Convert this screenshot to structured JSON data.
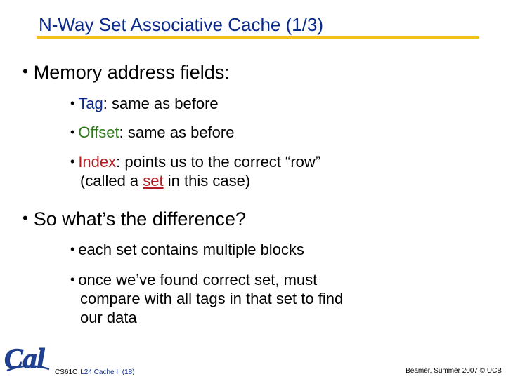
{
  "title": "N-Way Set Associative Cache (1/3)",
  "bullets": {
    "b1": "Memory address fields:",
    "tag": {
      "kw": "Tag",
      "text": ": same as before"
    },
    "offset": {
      "kw": "Offset",
      "text": ": same as before"
    },
    "index": {
      "kw": "Index",
      "text": ": points us to the correct “row”",
      "cont_pre": "(called a ",
      "cont_kw": "set",
      "cont_post": " in this case)"
    },
    "b2": "So what’s the difference?",
    "each": "each set contains multiple blocks",
    "once": "once we’ve found correct set, must",
    "once_c1": "compare with all tags in that set to find",
    "once_c2": "our data"
  },
  "logo": {
    "text": "Cal",
    "color": "#1f3f8f"
  },
  "footer": {
    "course": "CS61C",
    "lecture": "L24 Cache II (18)",
    "right": "Beamer, Summer 2007 © UCB"
  }
}
